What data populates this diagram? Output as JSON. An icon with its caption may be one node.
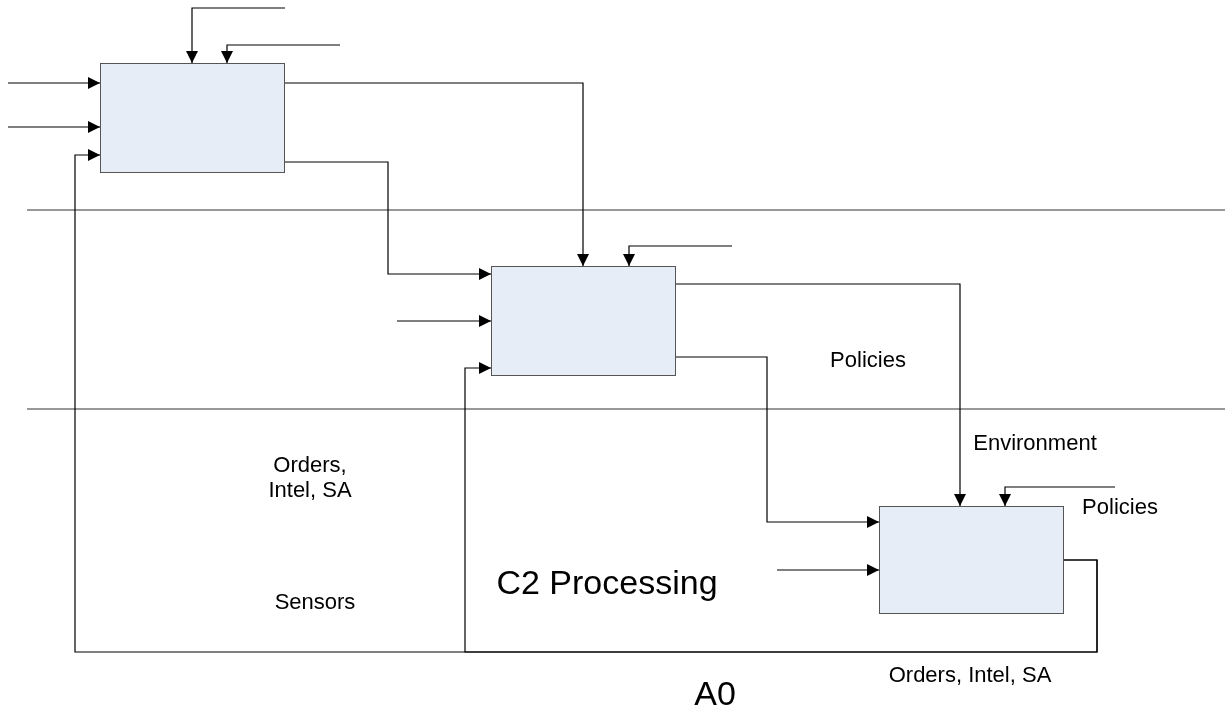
{
  "diagram": {
    "title": "C2 Processing",
    "nodes": [
      {
        "text": [],
        "shape": "box"
      },
      {
        "text": [],
        "shape": "box"
      },
      {
        "text": [],
        "shape": "box"
      }
    ],
    "edges": [
      {
        "from": null,
        "to": 0,
        "arrow": "to"
      },
      {
        "from": null,
        "to": 0,
        "arrow": "to"
      },
      {
        "from": null,
        "to": 0,
        "arrow": "to"
      },
      {
        "from": null,
        "to": 0,
        "arrow": "to"
      },
      {
        "from": 0,
        "to": 1,
        "arrow": "to"
      },
      {
        "from": 0,
        "to": 1,
        "arrow": "to"
      },
      {
        "from": null,
        "to": 1,
        "arrow": "to"
      },
      {
        "from": null,
        "to": 1,
        "arrow": "to"
      },
      {
        "from": 1,
        "to": 2,
        "arrow": "to"
      },
      {
        "from": 1,
        "to": 2,
        "arrow": "to"
      },
      {
        "from": null,
        "to": 2,
        "arrow": "to"
      },
      {
        "from": null,
        "to": 2,
        "arrow": "to"
      },
      {
        "from": 2,
        "to": 0,
        "arrow": "to"
      },
      {
        "from": 2,
        "to": 1,
        "arrow": "to"
      }
    ],
    "labels": [
      "Policies",
      "Environment",
      "Orders, Intel, SA",
      "Policies",
      "Sensors",
      "Orders, Intel, SA",
      "A0"
    ]
  }
}
